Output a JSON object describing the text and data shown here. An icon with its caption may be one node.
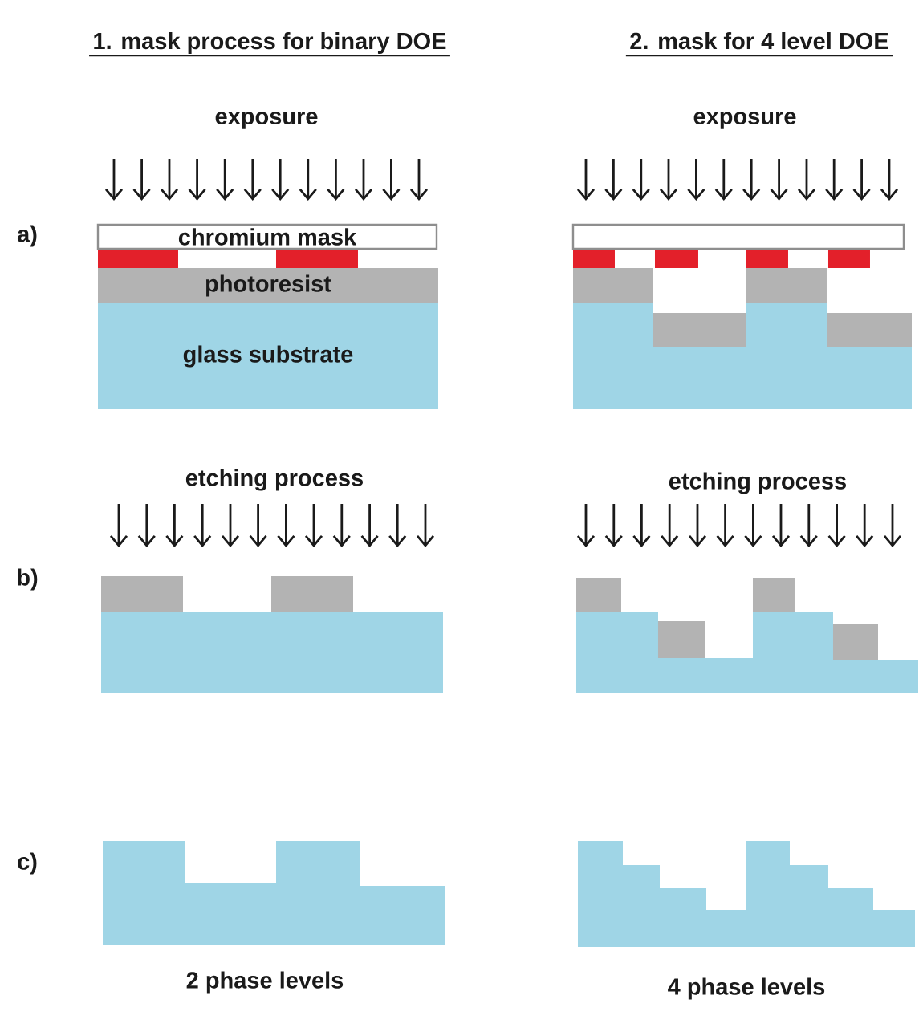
{
  "diagram": {
    "nodes": [
      {
        "text": [
          "chromium mask"
        ]
      },
      {
        "text": [],
        "shape": "box"
      },
      {
        "text": [
          "photoresist"
        ]
      },
      {
        "text": [
          "glass substrate"
        ]
      },
      {
        "text": [],
        "shape": "box"
      },
      {
        "text": [],
        "shape": "box",
        "beside": [
          "2 phase levels"
        ]
      },
      {
        "text": [],
        "shape": "box",
        "beside": [
          "4 phase levels"
        ]
      }
    ],
    "labels": [
      "1. mask process for binary DOE",
      "2. mask for 4 level DOE",
      "exposure",
      "exposure",
      "a)",
      "etching process",
      "etching process",
      "b)",
      "c)"
    ]
  }
}
